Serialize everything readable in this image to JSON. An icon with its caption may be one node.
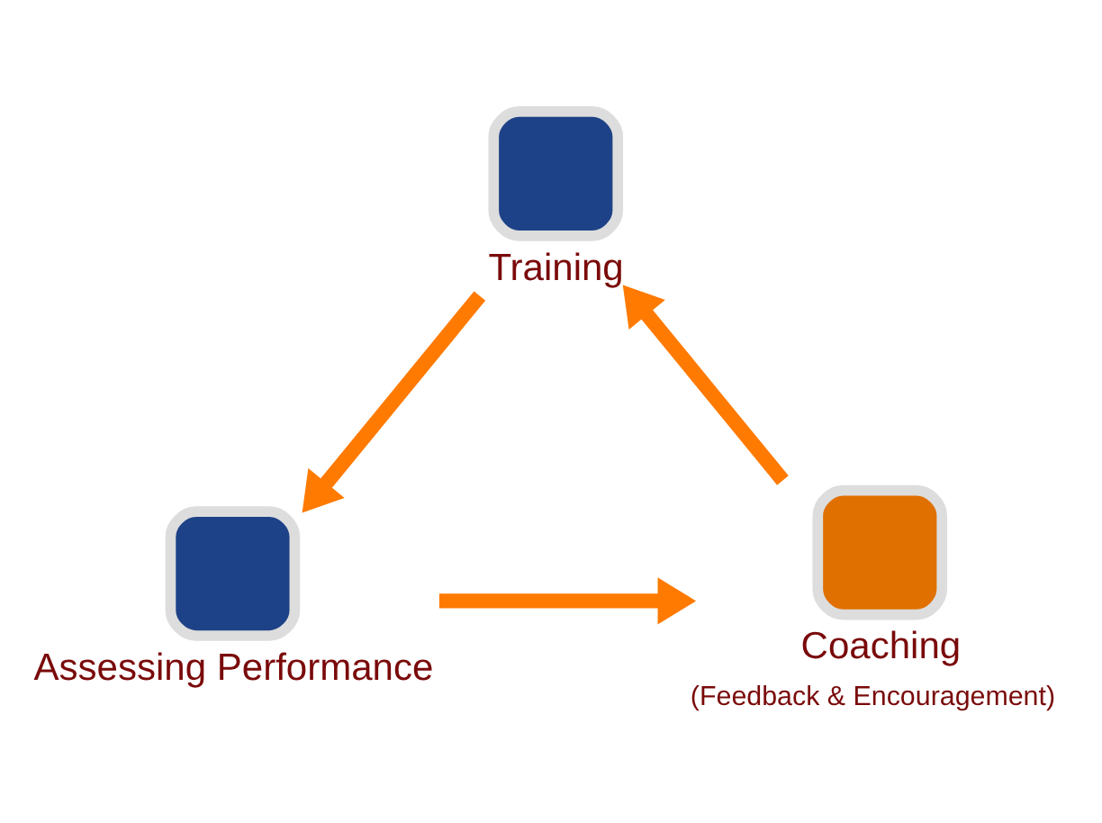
{
  "diagram": {
    "nodes": [
      {
        "text": [
          "Training"
        ]
      },
      {
        "text": [
          "Assessing Performance"
        ]
      },
      {
        "text": [
          "Coaching",
          "(Feedback & Encouragement)"
        ]
      }
    ],
    "edges": [
      {
        "from": 0,
        "to": 1,
        "arrow": "to"
      },
      {
        "from": 1,
        "to": 2,
        "arrow": "to"
      },
      {
        "from": 2,
        "to": 0,
        "arrow": "to"
      }
    ]
  }
}
